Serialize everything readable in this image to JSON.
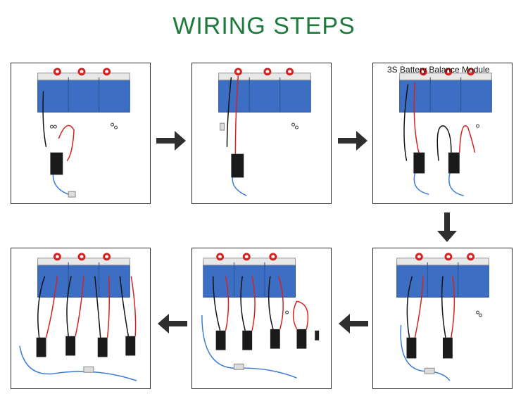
{
  "title": "WIRING STEPS",
  "panels": [
    {
      "step": 1,
      "label": "",
      "modules": 1,
      "batteries": 3
    },
    {
      "step": 2,
      "label": "",
      "modules": 1,
      "batteries": 3
    },
    {
      "step": 3,
      "label": "3S Battery Balance Module",
      "modules": 2,
      "batteries": 3
    },
    {
      "step": 4,
      "label": "",
      "modules": 2,
      "batteries": 3
    },
    {
      "step": 5,
      "label": "",
      "modules": 4,
      "batteries": 3
    },
    {
      "step": 6,
      "label": "",
      "modules": 4,
      "batteries": 3
    }
  ],
  "arrows": [
    {
      "from": 1,
      "to": 2,
      "direction": "right"
    },
    {
      "from": 2,
      "to": 3,
      "direction": "right"
    },
    {
      "from": 3,
      "to": 4,
      "direction": "down"
    },
    {
      "from": 4,
      "to": 5,
      "direction": "left"
    },
    {
      "from": 5,
      "to": 6,
      "direction": "left"
    }
  ],
  "colors": {
    "title": "#1e7a3c",
    "battery": "#3c6fc4",
    "wire_red": "#d62020",
    "wire_black": "#111111",
    "wire_blue": "#3a7bd5",
    "arrow": "#2f2f2f"
  }
}
